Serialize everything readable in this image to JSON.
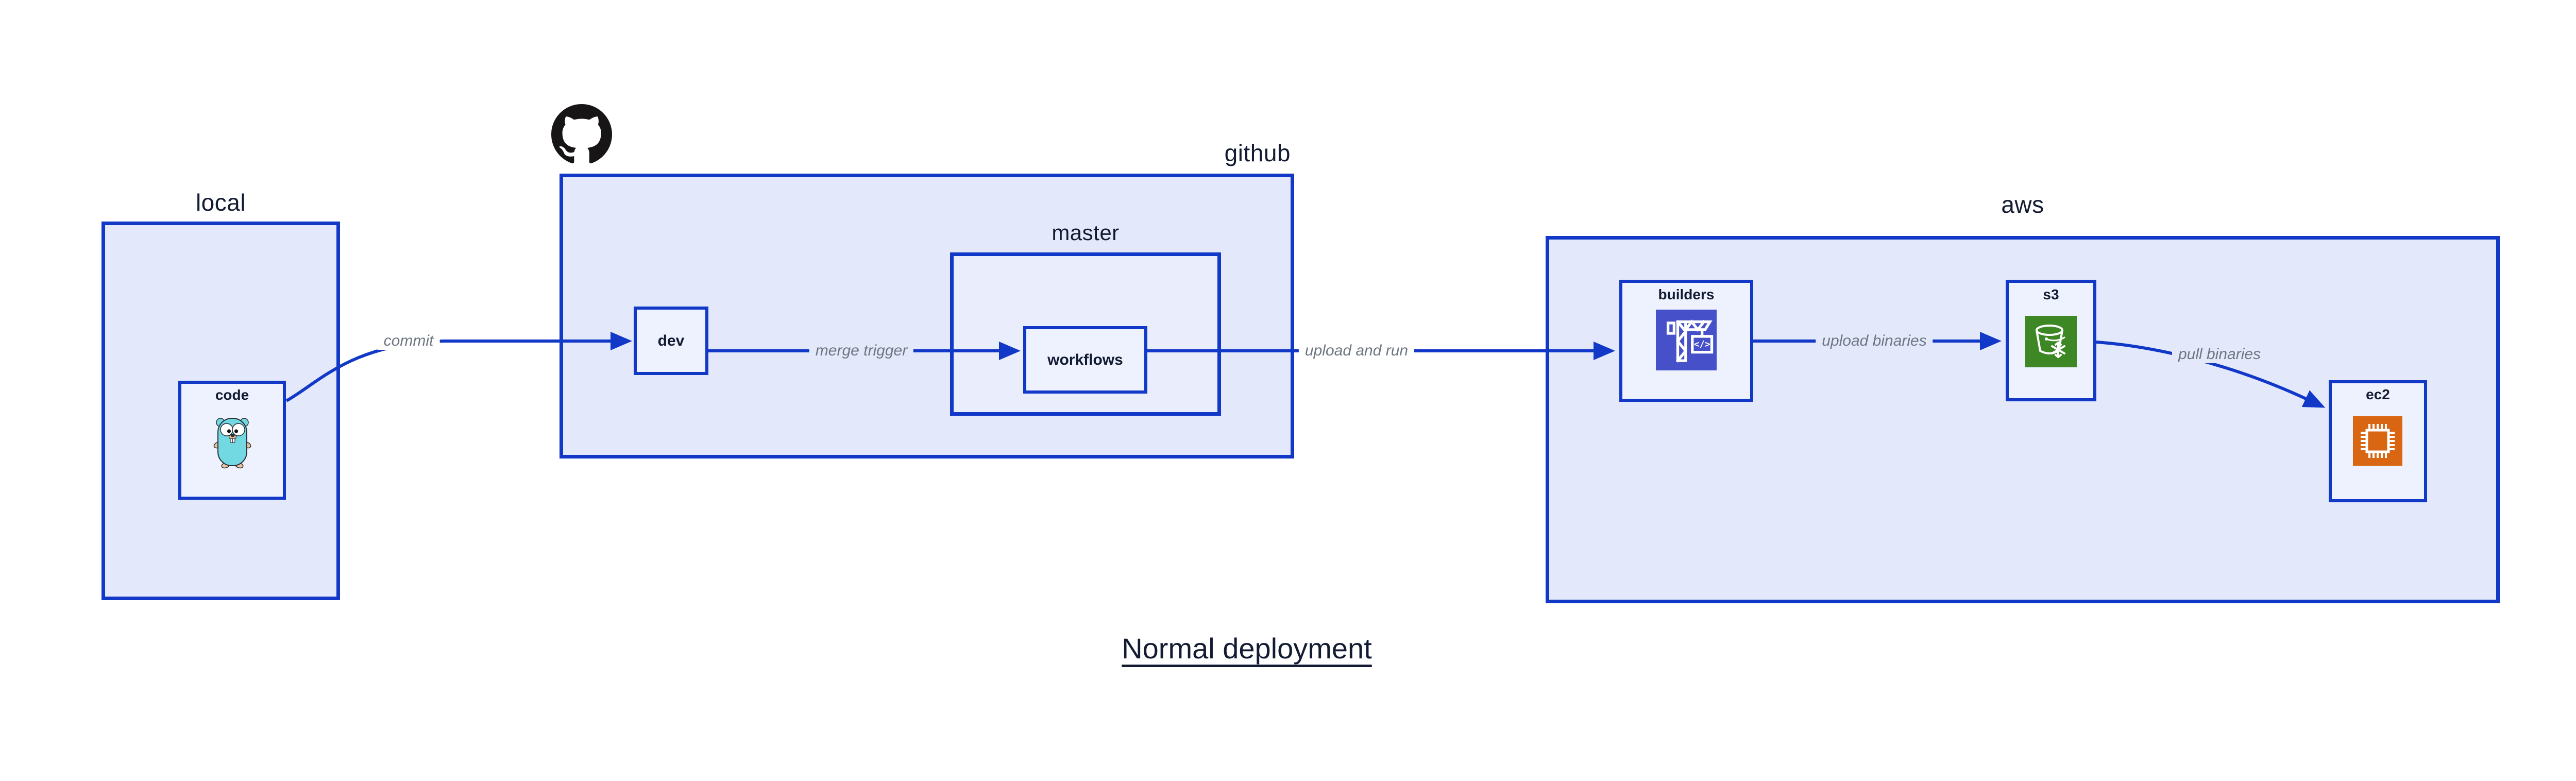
{
  "title": "Normal deployment",
  "colors": {
    "line_blue": "#1238c8",
    "container_fill": "#e3e9fb",
    "node_fill": "#eef2fe",
    "text_dark": "#131b33",
    "edge_label_gray": "#6e7781",
    "codebuild_purple": "#4650c8",
    "s3_green": "#3d8724",
    "ec2_orange": "#d86613",
    "github_black": "#171515",
    "gopher_teal": "#72d8e2"
  },
  "containers": {
    "local": {
      "label": "local"
    },
    "github": {
      "label": "github"
    },
    "master": {
      "label": "master"
    },
    "aws": {
      "label": "aws"
    }
  },
  "nodes": {
    "code": {
      "label": "code",
      "icon": "go-gopher"
    },
    "dev": {
      "label": "dev"
    },
    "workflows": {
      "label": "workflows"
    },
    "builders": {
      "label": "builders",
      "icon": "aws-codebuild-crane"
    },
    "s3": {
      "label": "s3",
      "icon": "aws-s3-bucket-snowflake"
    },
    "ec2": {
      "label": "ec2",
      "icon": "aws-ec2-chip"
    }
  },
  "edges": {
    "commit": {
      "label": "commit",
      "from": "code",
      "to": "dev"
    },
    "merge_trigger": {
      "label": "merge trigger",
      "from": "dev",
      "to": "workflows"
    },
    "upload_and_run": {
      "label": "upload and run",
      "from": "workflows",
      "to": "builders"
    },
    "upload_binaries": {
      "label": "upload binaries",
      "from": "builders",
      "to": "s3"
    },
    "pull_binaries": {
      "label": "pull binaries",
      "from": "s3",
      "to": "ec2"
    }
  }
}
